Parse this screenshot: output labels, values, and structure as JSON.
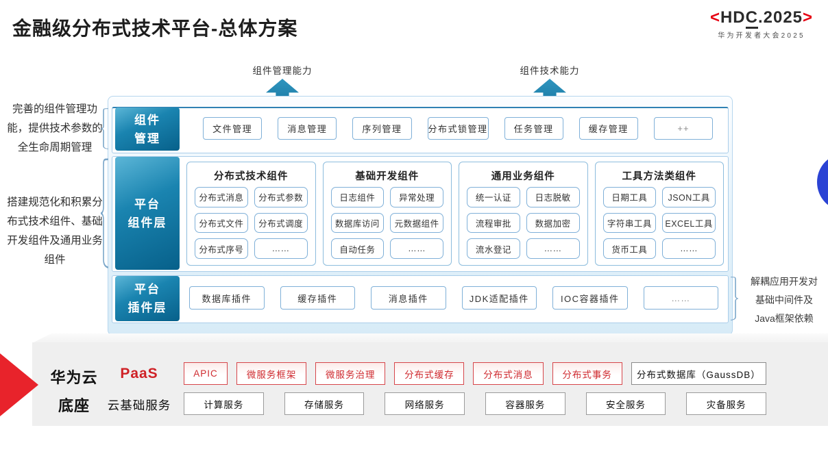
{
  "header": {
    "title": "金融级分布式技术平台-总体方案",
    "logo": {
      "prefix": "<",
      "hd": "HD",
      "c": "C",
      "rest": ".2025",
      "suffix": ">",
      "subtitle": "华为开发者大会2025"
    }
  },
  "arrows": [
    {
      "label": "组件管理能力"
    },
    {
      "label": "组件技术能力"
    }
  ],
  "left_notes": [
    "完善的组件管理功能，提供技术参数的全生命周期管理",
    "搭建规范化和积累分布式技术组件、基础开发组件及通用业务组件"
  ],
  "right_note": "解耦应用开发对\n基础中间件及\nJava框架依赖",
  "platform": {
    "component_mgmt": {
      "label": "组件\n管理",
      "items": [
        "文件管理",
        "消息管理",
        "序列管理",
        "分布式锁管理",
        "任务管理",
        "缓存管理",
        "++"
      ]
    },
    "component_layer": {
      "label": "平台\n组件层",
      "columns": [
        {
          "title": "分布式技术组件",
          "items": [
            "分布式消息",
            "分布式参数",
            "分布式文件",
            "分布式调度",
            "分布式序号",
            "……"
          ]
        },
        {
          "title": "基础开发组件",
          "items": [
            "日志组件",
            "异常处理",
            "数据库访问",
            "元数据组件",
            "自动任务",
            "……"
          ]
        },
        {
          "title": "通用业务组件",
          "items": [
            "统一认证",
            "日志脱敏",
            "流程审批",
            "数据加密",
            "流水登记",
            "……"
          ]
        },
        {
          "title": "工具方法类组件",
          "items": [
            "日期工具",
            "JSON工具",
            "字符串工具",
            "EXCEL工具",
            "货币工具",
            "……"
          ]
        }
      ]
    },
    "plugin_layer": {
      "label": "平台\n插件层",
      "items": [
        "数据库插件",
        "缓存插件",
        "消息插件",
        "JDK适配插件",
        "IOC容器插件",
        "……"
      ]
    }
  },
  "foundation": {
    "label": "华为云\n底座",
    "paas": {
      "label": "PaaS",
      "items": [
        "APIC",
        "微服务框架",
        "微服务治理",
        "分布式缓存",
        "分布式消息",
        "分布式事务"
      ],
      "db_item": "分布式数据库（GaussDB）"
    },
    "cloud": {
      "label": "云基础服务",
      "items": [
        "计算服务",
        "存储服务",
        "网络服务",
        "容器服务",
        "安全服务",
        "灾备服务"
      ]
    }
  },
  "colors": {
    "layer_label_gradient_start": "#5cb6d7",
    "layer_label_gradient_end": "#07608a",
    "panel_border": "#a9cde9",
    "box_border": "#7fb0d8",
    "arrow_teal": "#1c7ea9",
    "logo_red": "#e60012",
    "paas_red": "#cf2b30",
    "foundation_bg": "#efefef",
    "chevron_red": "#e8232b",
    "circle_blue": "#2b43d4"
  }
}
